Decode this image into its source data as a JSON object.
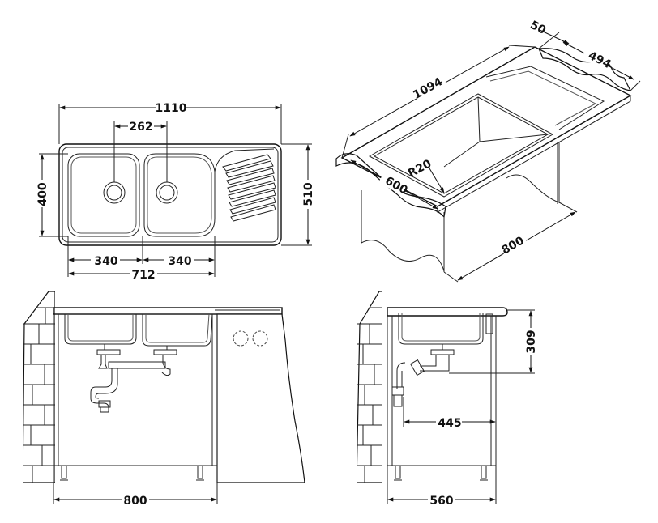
{
  "top_view": {
    "overall_width": "1110",
    "drain_spacing": "262",
    "bowl_height": "400",
    "overall_depth": "510",
    "bowl_left_width": "340",
    "bowl_right_width": "340",
    "bowls_total": "712"
  },
  "iso_view": {
    "front_length": "1094",
    "rim_width": "50",
    "side_depth": "494",
    "corner_radius": "R20",
    "front_depth": "600",
    "cabinet_length": "800"
  },
  "front_view": {
    "cabinet_width": "800"
  },
  "side_view": {
    "bowl_depth": "309",
    "drain_offset": "445",
    "cabinet_depth": "560"
  }
}
